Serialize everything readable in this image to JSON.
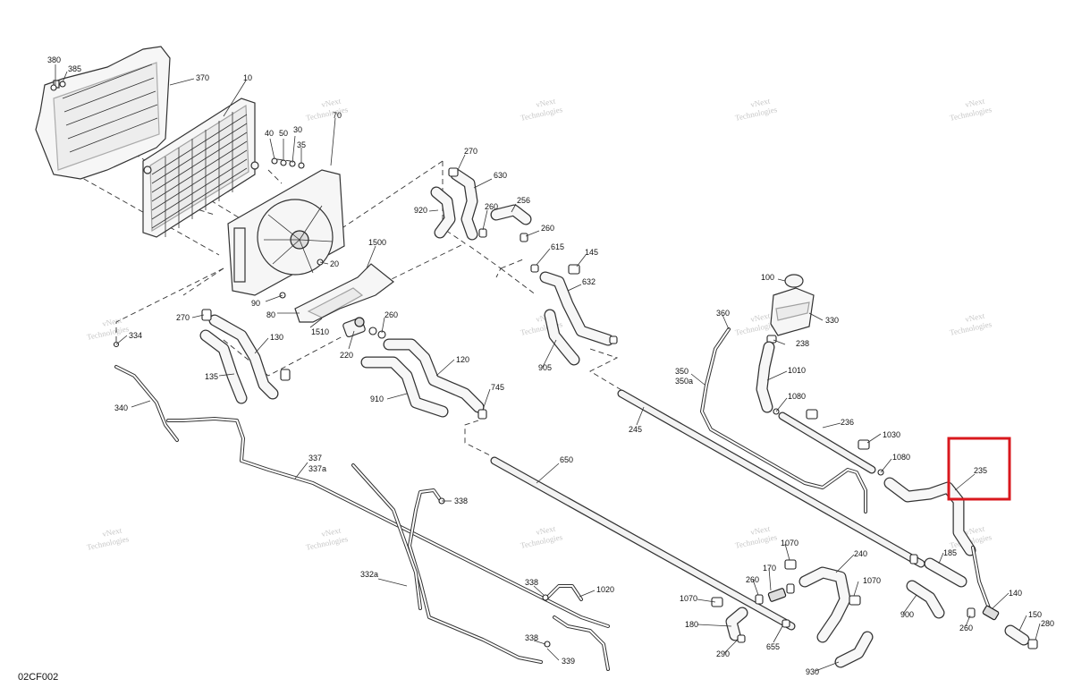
{
  "figure_code": "02CF002",
  "watermark": {
    "line1": "vNext",
    "line2": "Technologies"
  },
  "highlight": {
    "label": "235",
    "color": "#d9181e"
  },
  "callouts": {
    "380": "380",
    "385": "385",
    "370": "370",
    "10": "10",
    "70": "70",
    "40": "40",
    "50": "50",
    "30": "30",
    "35": "35",
    "20": "20",
    "90": "90",
    "80": "80",
    "1500": "1500",
    "1510": "1510",
    "220": "220",
    "260a": "260",
    "270a": "270",
    "270b": "270",
    "630": "630",
    "920": "920",
    "260b": "260",
    "256": "256",
    "260c": "260",
    "615": "615",
    "145": "145",
    "632": "632",
    "905": "905",
    "334": "334",
    "130": "130",
    "135": "135",
    "340": "340",
    "120": "120",
    "910": "910",
    "745": "745",
    "245": "245",
    "650": "650",
    "337": "337",
    "337a": "337a",
    "338a": "338",
    "332a": "332a",
    "338b": "338",
    "1020": "1020",
    "338c": "338",
    "339": "339",
    "100": "100",
    "330": "330",
    "360": "360",
    "238": "238",
    "1010": "1010",
    "350": "350",
    "350a": "350a",
    "1080a": "1080",
    "236": "236",
    "1030": "1030",
    "1080b": "1080",
    "185": "185",
    "140": "140",
    "150": "150",
    "280": "280",
    "900": "900",
    "260d": "260",
    "1070a": "1070",
    "240": "240",
    "170": "170",
    "260e": "260",
    "1070b": "1070",
    "1070c": "1070",
    "180": "180",
    "290": "290",
    "655": "655",
    "930": "930"
  }
}
